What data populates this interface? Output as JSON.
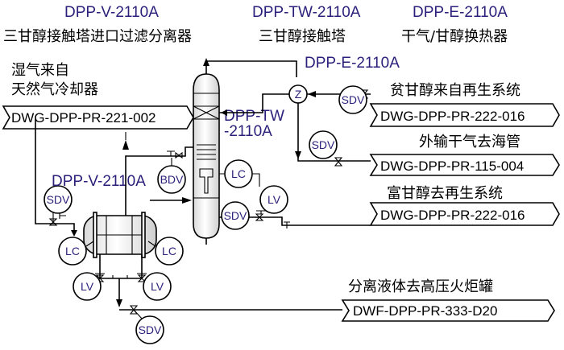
{
  "headers": [
    {
      "tag": "DPP-V-2110A",
      "name": "三甘醇接触塔进口过滤分离器"
    },
    {
      "tag": "DPP-TW-2110A",
      "name": "三甘醇接触塔"
    },
    {
      "tag": "DPP-E-2110A",
      "name": "干气/甘醇换热器"
    }
  ],
  "equipment_labels": {
    "exchanger": "DPP-E-2110A",
    "column_line1": "DPP-TW",
    "column_line2": "-2110A",
    "separator": "DPP-V-2110A"
  },
  "inlet": {
    "desc_line1": "湿气来自",
    "desc_line2": "天然气冷却器",
    "dwg": "DWG-DPP-PR-221-002"
  },
  "streams": [
    {
      "desc": "贫甘醇来自再生系统",
      "dwg": "DWG-DPP-PR-222-016"
    },
    {
      "desc": "外输干气去海管",
      "dwg": "DWG-DPP-PR-115-004"
    },
    {
      "desc": "富甘醇去再生系统",
      "dwg": "DWG-DPP-PR-222-016"
    },
    {
      "desc": "分离液体去高压火炬罐",
      "dwg": "DWF-DPP-PR-333-D20"
    }
  ],
  "instruments": {
    "sdv": "SDV",
    "bdv": "BDV",
    "lc": "LC",
    "lv": "LV",
    "exchanger_symbol": "Z"
  },
  "colors": {
    "tag_text": "#2a1f7a",
    "line": "#000000"
  }
}
